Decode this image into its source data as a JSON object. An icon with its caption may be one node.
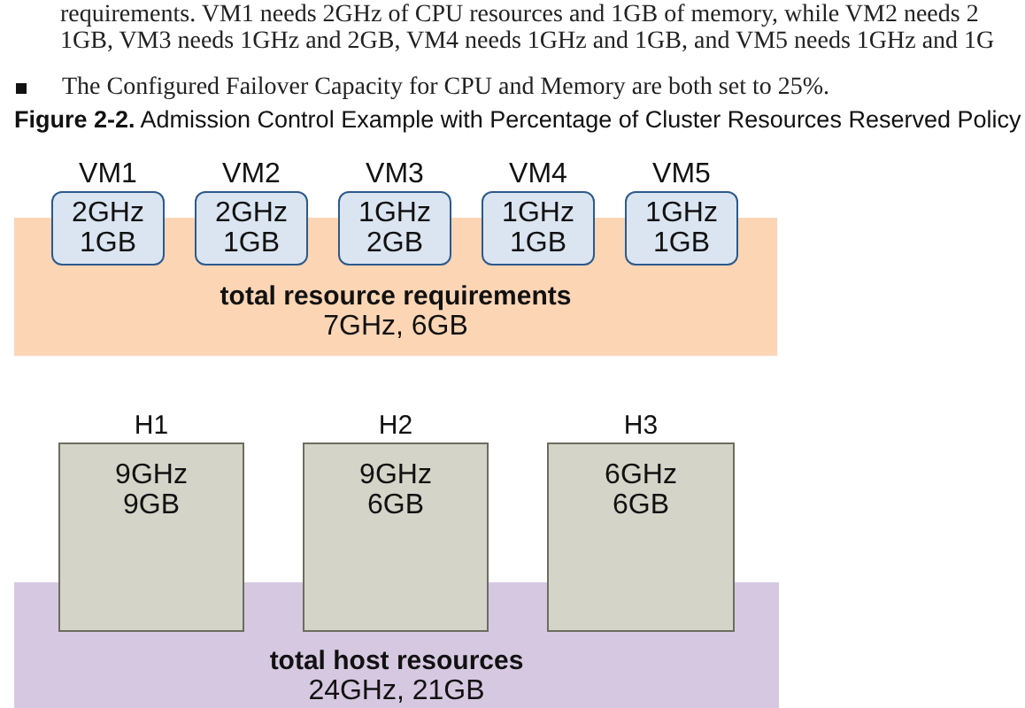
{
  "diagram": {
    "caption": "**Figure 2-2.** Admission Control Example with Percentage of Cluster Resources Reserved Policy",
    "nodes": [
      {
        "text": [
          "VM1",
          "2GHz 1GB"
        ]
      },
      {
        "text": [
          "VM2",
          "2GHz 1GB"
        ]
      },
      {
        "text": [
          "VM3",
          "1GHz 2GB"
        ]
      },
      {
        "text": [
          "VM4",
          "1GHz 1GB"
        ]
      },
      {
        "text": [
          "VM5",
          "1GHz 1GB"
        ]
      },
      {
        "text": [
          "total resource requirements",
          "7GHz, 6GB"
        ]
      },
      {
        "text": [
          "H1",
          "9GHz 9GB"
        ]
      },
      {
        "text": [
          "H2",
          "9GHz 6GB"
        ]
      },
      {
        "text": [
          "H3",
          "6GHz 6GB"
        ]
      },
      {
        "text": [
          "total host resources",
          "24GHz, 21GB"
        ]
      }
    ],
    "labels": [
      "requirements. VM1 needs 2GHz of CPU resources and 1GB of memory, while VM2 needs 2",
      "1GB, VM3 needs 1GHz and 2GB, VM4 needs 1GHz and 1GB, and VM5 needs 1GHz and 1G",
      "The Configured Failover Capacity for CPU and Memory are both set to 25%."
    ]
  }
}
